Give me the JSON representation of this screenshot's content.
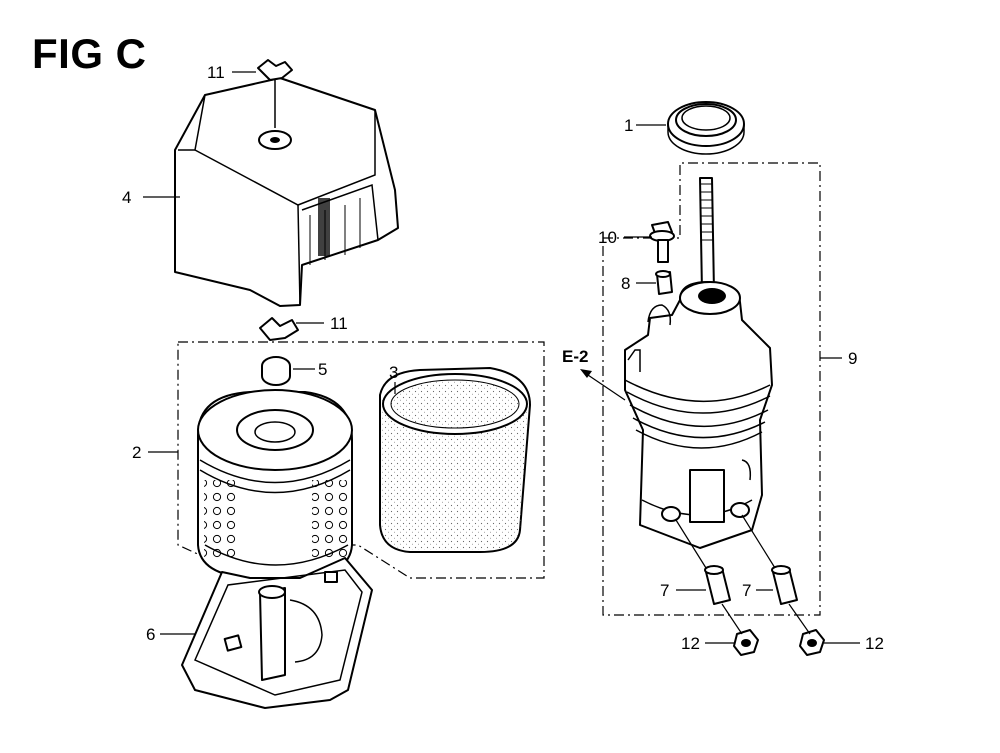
{
  "figure": {
    "title": "FIG C"
  },
  "callouts": {
    "p1": "1",
    "p2": "2",
    "p3": "3",
    "p4": "4",
    "p5": "5",
    "p6": "6",
    "p7a": "7",
    "p7b": "7",
    "p8": "8",
    "p9": "9",
    "p10": "10",
    "p11a": "11",
    "p11b": "11",
    "p12a": "12",
    "p12b": "12",
    "ref": "E-2"
  }
}
